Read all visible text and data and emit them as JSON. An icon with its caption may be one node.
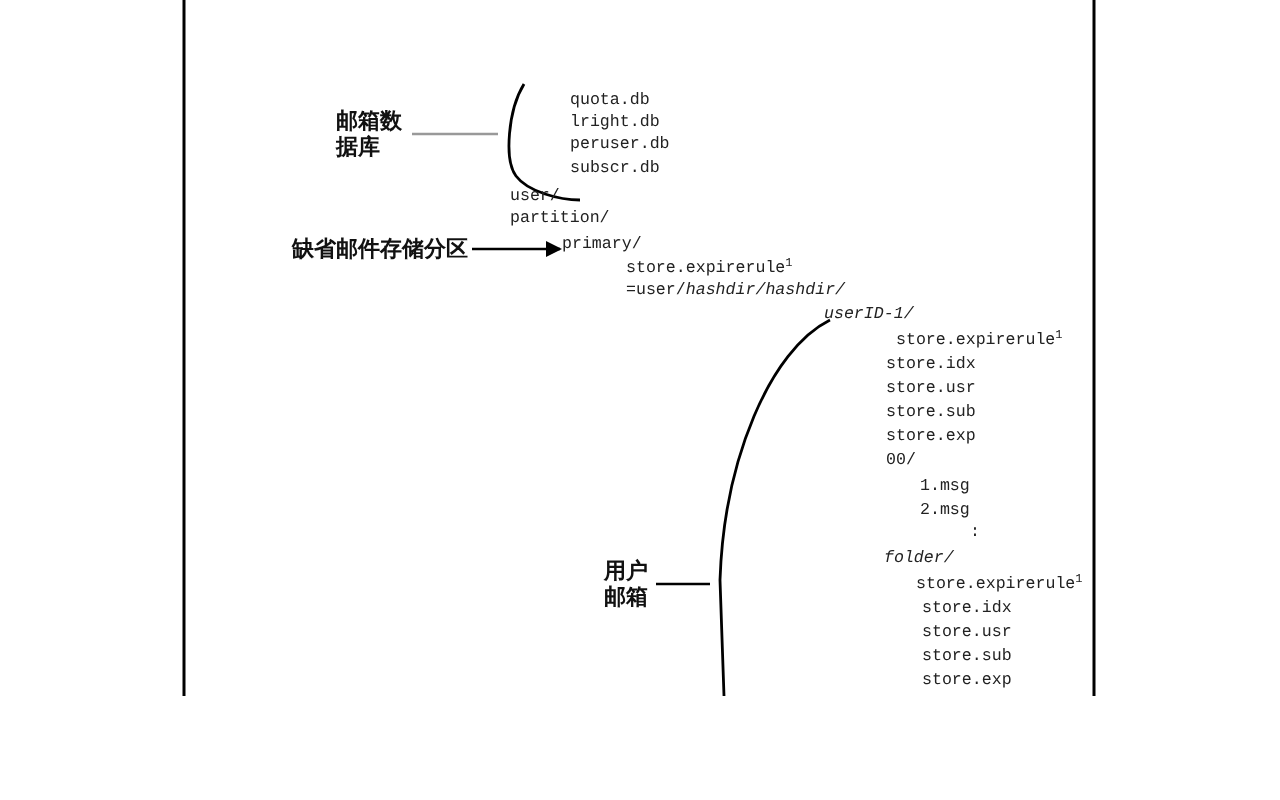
{
  "diagram": {
    "nodes": [
      {
        "text": [
          "邮箱数据库"
        ]
      },
      {
        "text": [
          "quota.db",
          "lright.db",
          "peruser.db",
          "subscr.db"
        ]
      },
      {
        "text": [
          "缺省邮件存储分区"
        ]
      },
      {
        "text": [
          "primary/"
        ]
      },
      {
        "text": [
          "用户邮箱"
        ]
      },
      {
        "text": [
          "*userID-1/*",
          "store.expirerule$^{1}$",
          "store.idx",
          "store.usr",
          "store.sub",
          "store.exp",
          "00/",
          "1.msg",
          "2.msg",
          ":",
          "*folder/*",
          "store.expirerule$^{1}$",
          "store.idx",
          "store.usr",
          "store.sub",
          "store.exp"
        ]
      }
    ],
    "edges": [
      {
        "from": 0,
        "to": 1,
        "arrow": "none",
        "color": "#999999"
      },
      {
        "from": 2,
        "to": 3,
        "arrow": "to"
      },
      {
        "from": 4,
        "to": 5,
        "arrow": "none"
      }
    ],
    "labels": [
      "user/",
      "partition/",
      "store.expirerule$^{1}$",
      "=user/*hashdir/hashdir/*"
    ]
  }
}
